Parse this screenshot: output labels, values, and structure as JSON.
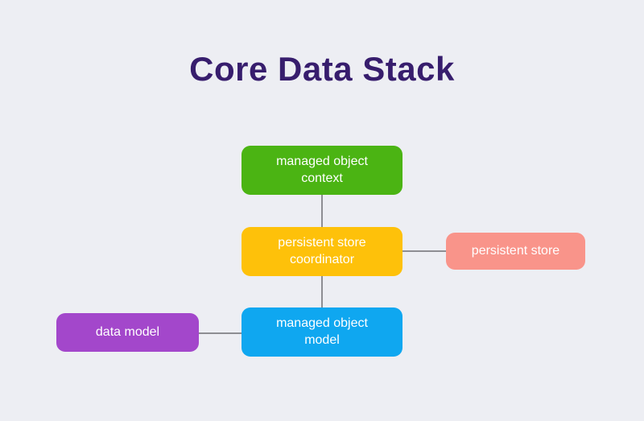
{
  "page": {
    "background_color": "#EDEEF3"
  },
  "title": {
    "text": "Core Data Stack",
    "color": "#371D6D"
  },
  "diagram": {
    "connector_color": "#8E8E93",
    "nodes": [
      {
        "id": "managed-object-context",
        "label": "managed object context",
        "color": "#4BB413",
        "text_color": "#FFFFFF"
      },
      {
        "id": "persistent-store-coordinator",
        "label": "persistent store coordinator",
        "color": "#FEC10A",
        "text_color": "#FFFFFF"
      },
      {
        "id": "persistent-store",
        "label": "persistent store",
        "color": "#F9948A",
        "text_color": "#FFFFFF"
      },
      {
        "id": "managed-object-model",
        "label": "managed object model",
        "color": "#0FA7F0",
        "text_color": "#FFFFFF"
      },
      {
        "id": "data-model",
        "label": "data model",
        "color": "#A347CB",
        "text_color": "#FFFFFF"
      }
    ],
    "edges": [
      {
        "from": "managed-object-context",
        "to": "persistent-store-coordinator"
      },
      {
        "from": "persistent-store-coordinator",
        "to": "persistent-store"
      },
      {
        "from": "persistent-store-coordinator",
        "to": "managed-object-model"
      },
      {
        "from": "managed-object-model",
        "to": "data-model"
      }
    ]
  }
}
